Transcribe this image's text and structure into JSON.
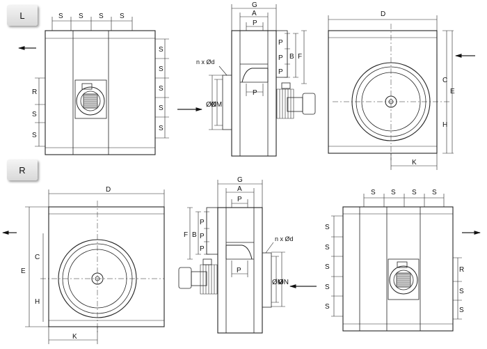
{
  "sections": [
    {
      "label": "L"
    },
    {
      "label": "R"
    }
  ],
  "dims": {
    "S": "S",
    "R": "R",
    "G": "G",
    "A": "A",
    "P": "P",
    "B": "B",
    "F": "F",
    "N": "ØN",
    "M": "ØM",
    "D": "D",
    "C": "C",
    "E": "E",
    "H": "H",
    "K": "K",
    "holes": "n x Ød"
  }
}
